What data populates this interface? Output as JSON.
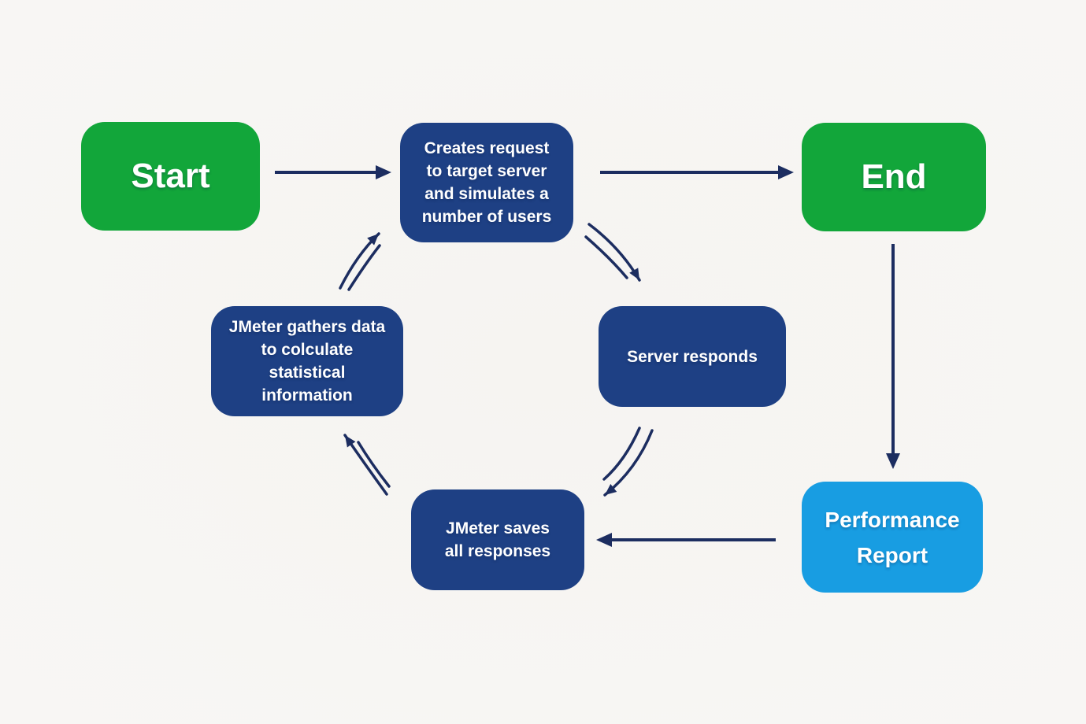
{
  "colors": {
    "background": "#f6f4f1",
    "green": "#12a63a",
    "navy": "#1e4084",
    "light_blue": "#189de2",
    "arrow": "#1c2d60",
    "text": "#ffffff"
  },
  "nodes": {
    "start": {
      "lines": [
        "Start"
      ],
      "color": "green"
    },
    "creates_request": {
      "lines": [
        "Creates request",
        "to target server",
        "and simulates a",
        "number of users"
      ],
      "color": "navy"
    },
    "end": {
      "lines": [
        "End"
      ],
      "color": "green"
    },
    "server_responds": {
      "lines": [
        "Server responds"
      ],
      "color": "navy"
    },
    "jmeter_gathers": {
      "lines": [
        "JMeter gathers data",
        "to colculate",
        "statistical",
        "information"
      ],
      "color": "navy"
    },
    "jmeter_saves": {
      "lines": [
        "JMeter saves",
        "all responses"
      ],
      "color": "navy"
    },
    "performance_report": {
      "lines": [
        "Performance",
        "Report"
      ],
      "color": "light_blue"
    }
  },
  "edges": [
    {
      "from": "start",
      "to": "creates_request",
      "style": "straight"
    },
    {
      "from": "creates_request",
      "to": "end",
      "style": "straight"
    },
    {
      "from": "end",
      "to": "performance_report",
      "style": "straight"
    },
    {
      "from": "performance_report",
      "to": "jmeter_saves",
      "style": "straight"
    },
    {
      "from": "creates_request",
      "to": "server_responds",
      "style": "curved-double"
    },
    {
      "from": "server_responds",
      "to": "jmeter_saves",
      "style": "curved-double"
    },
    {
      "from": "jmeter_saves",
      "to": "jmeter_gathers",
      "style": "curved-double"
    },
    {
      "from": "jmeter_gathers",
      "to": "creates_request",
      "style": "curved-double"
    }
  ]
}
